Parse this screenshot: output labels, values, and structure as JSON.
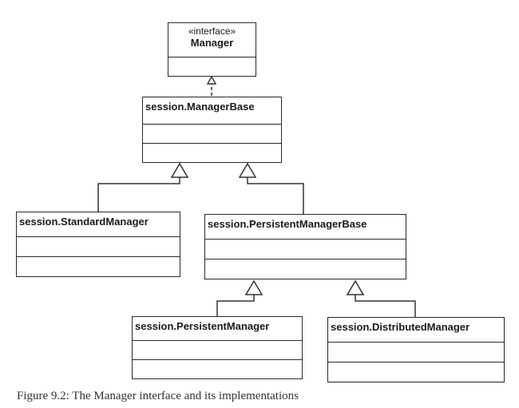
{
  "diagram": {
    "interface": {
      "stereotype": "«interface»",
      "name": "Manager"
    },
    "classes": {
      "manager_base": "session.ManagerBase",
      "standard_manager": "session.StandardManager",
      "persistent_manager_base": "session.PersistentManagerBase",
      "persistent_manager": "session.PersistentManager",
      "distributed_manager": "session.DistributedManager"
    }
  },
  "caption": "Figure 9.2: The Manager interface and its implementations"
}
